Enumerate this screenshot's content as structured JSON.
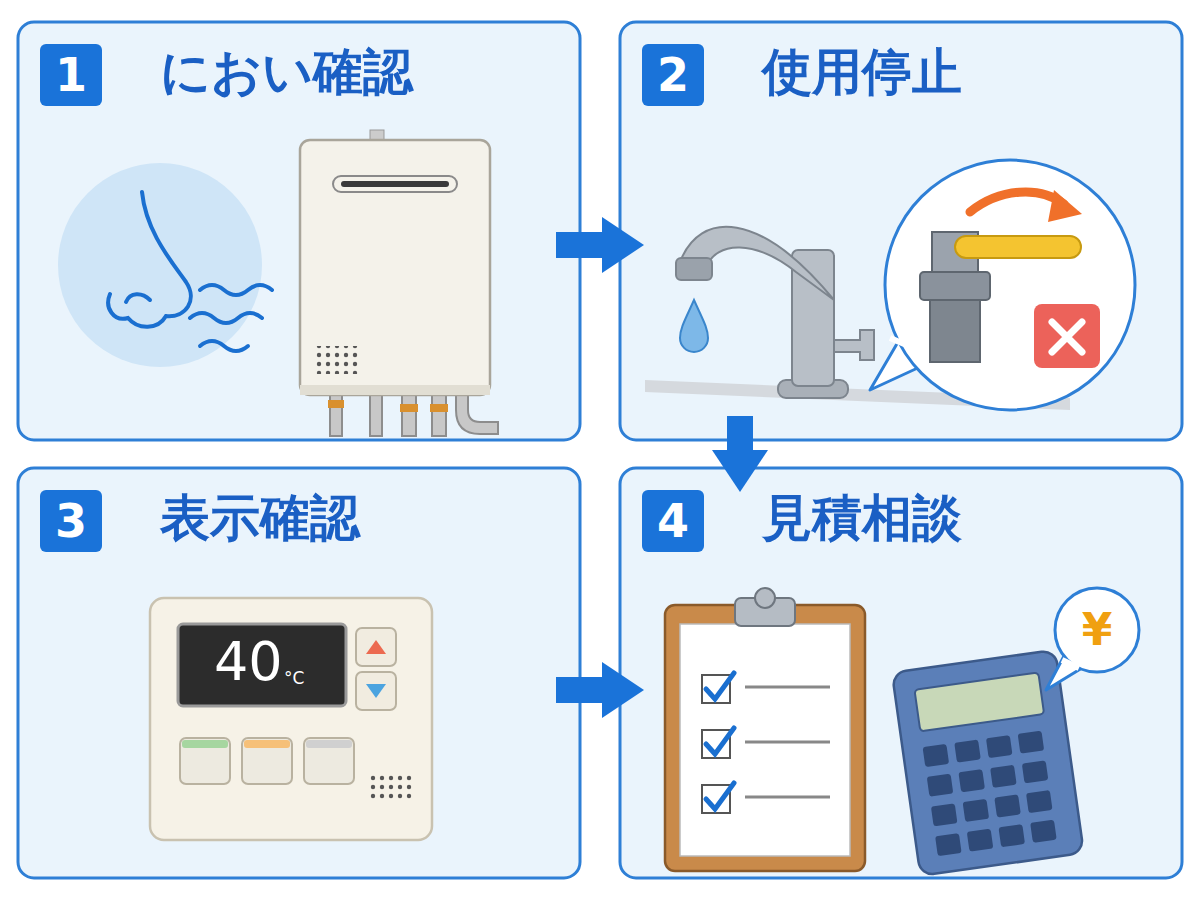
{
  "diagram": {
    "nodes": [
      {
        "text": [
          "1",
          "におい確認"
        ]
      },
      {
        "text": [
          "2",
          "使用停止"
        ]
      },
      {
        "text": [
          "3",
          "表示確認"
        ]
      },
      {
        "text": [
          "4",
          "見積相談"
        ]
      }
    ],
    "edges": [
      {
        "from": 0,
        "to": 1,
        "arrow": "to"
      },
      {
        "from": 1,
        "to": 3,
        "arrow": "to"
      },
      {
        "from": 2,
        "to": 3,
        "arrow": "to"
      }
    ],
    "labels": [
      "40",
      "°C",
      "¥"
    ]
  }
}
